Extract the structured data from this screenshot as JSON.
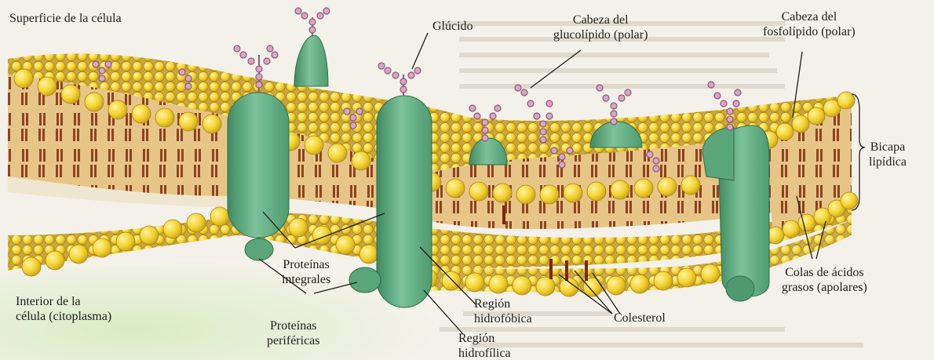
{
  "labels": {
    "surface": "Superficie de la célula",
    "glucido": "Glúcido",
    "glucolipido": [
      "Cabeza del",
      "glucolípido (polar)"
    ],
    "fosfolipido": [
      "Cabeza del",
      "fosfolípido (polar)"
    ],
    "bicapa": [
      "Bicapa",
      "lipídica"
    ],
    "interior": [
      "Interior de la",
      "célula (citoplasma)"
    ],
    "integrales": [
      "Proteínas",
      "integrales"
    ],
    "perifericas": [
      "Proteínas",
      "periféricas"
    ],
    "hidrofobica": [
      "Región",
      "hidrofóbica"
    ],
    "hidrofilica": [
      "Región",
      "hidrofílica"
    ],
    "colesterol": "Colesterol",
    "colas": [
      "Colas de ácidos",
      "grasos (apolares)"
    ]
  },
  "colors": {
    "head": "#f2d22e",
    "head_edge": "#b8921a",
    "tail_band": "#e3c384",
    "tail": "#9a4a24",
    "protein": "#6fb28a",
    "protein_dark": "#3f8a62",
    "glycan": "#c794b2",
    "background_text": "#bcb3a6"
  }
}
